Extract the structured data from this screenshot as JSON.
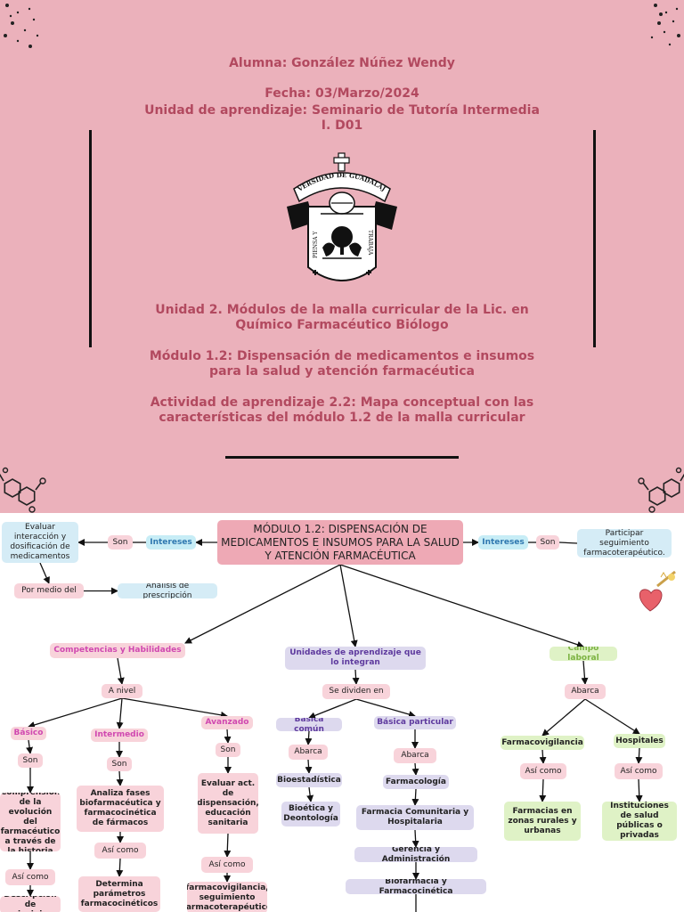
{
  "colors": {
    "cover_bg": "#ebb1bb",
    "cover_text": "#b2495f",
    "title_box": "#eea9b5",
    "pink_box": "#f8d3da",
    "blue_box": "#d5ecf6",
    "cyan_box": "#c7edf6",
    "cyan_text": "#2f78b0",
    "purple_box": "#ddd9ee",
    "purple_text": "#5e3a9e",
    "green_box": "#dff2c6",
    "green_text": "#7cb342",
    "magenta_text": "#d048b0",
    "heart": "#e8616a"
  },
  "cover": {
    "student": "Alumna: González Núñez Wendy",
    "date": "Fecha: 03/Marzo/2024",
    "unit_line1": "Unidad de aprendizaje: Seminario de Tutoría Intermedia",
    "unit_line2": "I. D01",
    "logo": {
      "top_banner": "UNIVERSIDAD DE GUADALAJARA",
      "left_ribbon": "PIENSA Y",
      "right_ribbon": "TRABAJA"
    },
    "unit2_line1": "Unidad 2. Módulos de la malla curricular de la Lic. en",
    "unit2_line2": "Químico Farmacéutico Biólogo",
    "module_line1": "Módulo 1.2: Dispensación de medicamentos e insumos",
    "module_line2": "para la salud y atención farmacéutica",
    "activity_line1": "Actividad de aprendizaje 2.2: Mapa conceptual con las",
    "activity_line2": "características del módulo 1.2 de la malla curricular"
  },
  "map": {
    "title": "MÓDULO 1.2: DISPENSACIÓN DE MEDICAMENTOS E INSUMOS PARA LA SALUD Y ATENCIÓN FARMACÉUTICA",
    "left_intereses": "Intereses",
    "left_son": "Son",
    "left_eval": "Evaluar interacción y dosificación de medicamentos",
    "por_medio": "Por medio del",
    "analisis": "Análisis de prescripción",
    "right_intereses": "Intereses",
    "right_son": "Son",
    "right_participar": "Participar seguimiento farmacoterapéutico.",
    "competencias": "Competencias y Habilidades",
    "a_nivel": "A nivel",
    "basico": "Básico",
    "intermedio": "Intermedio",
    "avanzado": "Avanzado",
    "son": "Son",
    "basico_desc": "Comprensión de la evolución del farmacéutico a través de la historia",
    "intermedio_desc": "Analiza fases biofarmacéutica y farmacocinética de fármacos",
    "avanzado_desc": "Evaluar act. de dispensación, educación sanitaria",
    "asi_como": "Así como",
    "basico_desc2": "Descripción de principios",
    "intermedio_desc2": "Determina parámetros farmacocinéticos",
    "avanzado_desc2": "farmacovigilancia, seguimiento farmacoterapéutico",
    "unidades": "Unidades de aprendizaje que lo integran",
    "se_dividen": "Se dividen en",
    "basica_comun": "Básica común",
    "basica_particular": "Básica particular",
    "abarca": "Abarca",
    "bioestadistica": "Bioestadística",
    "bioetica": "Bioética y Deontología",
    "farmacologia": "Farmacología",
    "farmacia_comunitaria": "Farmacia Comunitaria y Hospitalaria",
    "gerencia": "Gerencia y Administración",
    "biofarmacia": "Biofarmacia y Farmacocinética",
    "campo": "Campo laboral",
    "farmacovigilancia": "Farmacovigilancia",
    "hospitales": "Hospitales",
    "farmacias": "Farmacias en zonas rurales y urbanas",
    "instituciones": "Instituciones de salud públicas o privadas"
  }
}
